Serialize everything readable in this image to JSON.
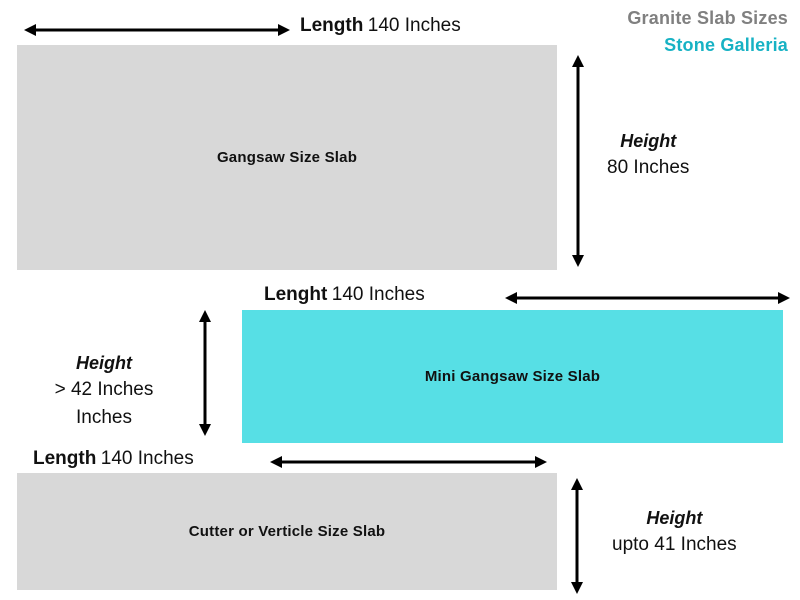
{
  "header": {
    "title": "Granite Slab Sizes",
    "brand": "Stone Galleria",
    "title_color": "#808080",
    "brand_color": "#17b2c4"
  },
  "colors": {
    "slab_gray": "#d8d8d8",
    "slab_cyan": "#57dfe5",
    "arrow_black": "#000000",
    "text_black": "#111111"
  },
  "slabs": [
    {
      "id": "gangsaw",
      "label": "Gangsaw Size Slab",
      "fill": "#d8d8d8",
      "length_keyword": "Length",
      "length_value": "140 Inches",
      "height_keyword": "Height",
      "height_value": "80 Inches"
    },
    {
      "id": "mini-gangsaw",
      "label": "Mini Gangsaw Size Slab",
      "fill": "#57dfe5",
      "length_keyword": "Lenght",
      "length_value": "140 Inches",
      "height_keyword": "Height",
      "height_value": "> 42 Inches",
      "height_value_extra": "Inches"
    },
    {
      "id": "cutter",
      "label": "Cutter or Verticle Size Slab",
      "fill": "#d8d8d8",
      "length_keyword": "Length",
      "length_value": "140 Inches",
      "height_keyword": "Height",
      "height_value": "upto 41 Inches"
    }
  ],
  "chart_data": {
    "type": "diagram",
    "title": "Granite Slab Sizes",
    "subtitle": "Stone Galleria",
    "unit": "Inches",
    "items": [
      {
        "name": "Gangsaw Size Slab",
        "length": 140,
        "height": 80,
        "height_text": "80 Inches",
        "color": "#d8d8d8"
      },
      {
        "name": "Mini Gangsaw Size Slab",
        "length": 140,
        "height": 42,
        "height_text": "> 42 Inches",
        "color": "#57dfe5"
      },
      {
        "name": "Cutter or Verticle Size Slab",
        "length": 140,
        "height": 41,
        "height_text": "upto 41 Inches",
        "color": "#d8d8d8"
      }
    ]
  }
}
